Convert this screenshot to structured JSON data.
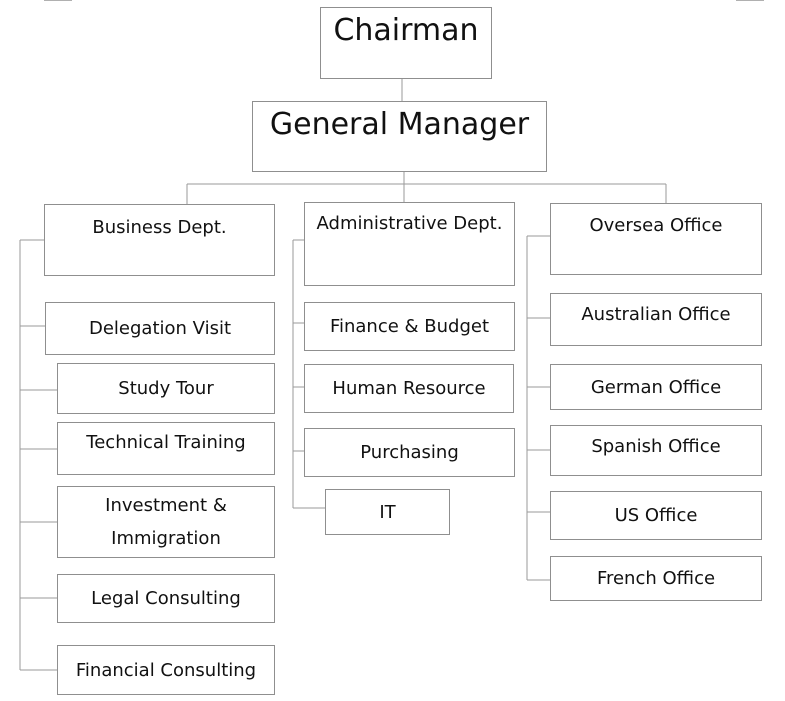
{
  "chart": {
    "top": {
      "label": "Chairman"
    },
    "manager": {
      "label": "General Manager"
    },
    "business": {
      "label": "Business Dept.",
      "items": [
        {
          "label": "Delegation Visit"
        },
        {
          "label": "Study Tour"
        },
        {
          "label": "Technical Training"
        },
        {
          "label": "Investment & Immigration"
        },
        {
          "label": "Legal Consulting"
        },
        {
          "label": "Financial Consulting"
        }
      ]
    },
    "admin": {
      "label": "Administrative Dept.",
      "items": [
        {
          "label": "Finance & Budget"
        },
        {
          "label": "Human Resource"
        },
        {
          "label": "Purchasing"
        },
        {
          "label": "IT"
        }
      ]
    },
    "oversea": {
      "label": "Oversea Office",
      "items": [
        {
          "label": "Australian Office"
        },
        {
          "label": "German Office"
        },
        {
          "label": "Spanish Office"
        },
        {
          "label": "US Office"
        },
        {
          "label": "French Office"
        }
      ]
    }
  }
}
